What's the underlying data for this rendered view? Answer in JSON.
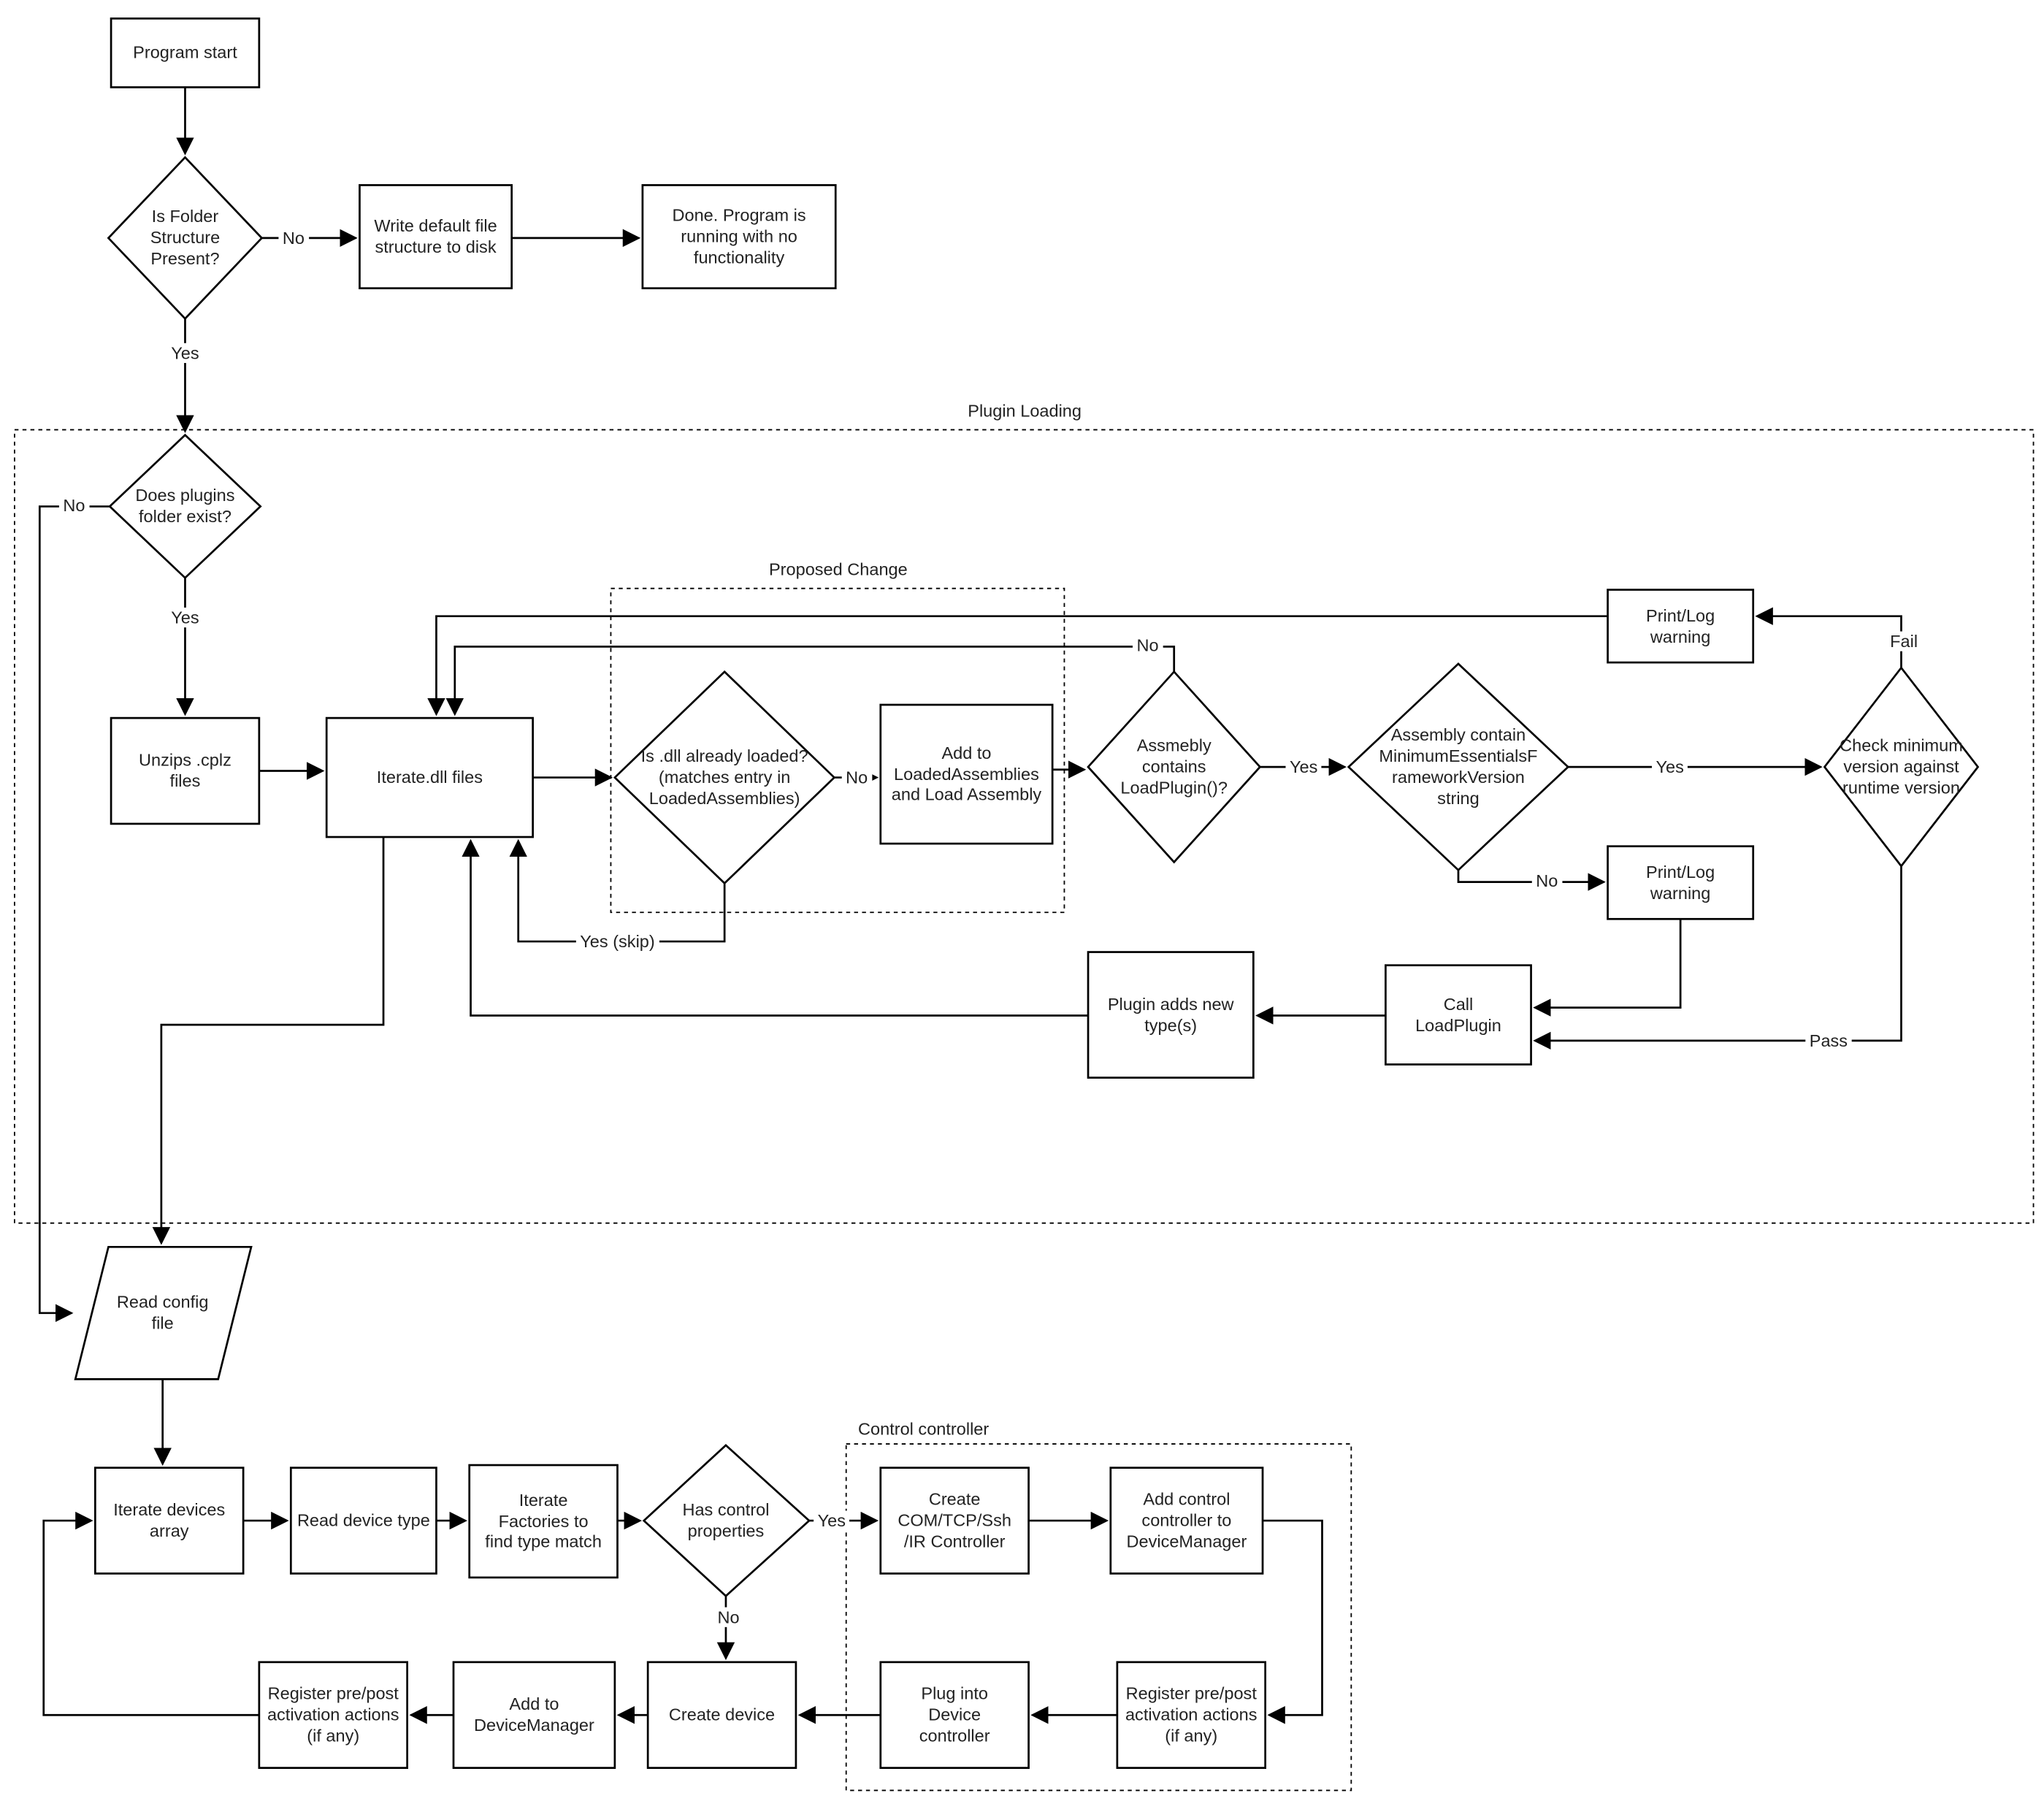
{
  "diagram": {
    "containers": {
      "plugin_loading": "Plugin Loading",
      "proposed_change": "Proposed Change",
      "control_controller": "Control controller"
    },
    "nodes": {
      "program_start": "Program start",
      "folder_present": "Is Folder Structure Present?",
      "write_default": "Write default file structure to disk",
      "done": "Done.  Program is running with no functionality",
      "plugins_exist": "Does plugins folder exist?",
      "unzips": "Unzips .cplz files",
      "iterate_dll": "Iterate.dll files",
      "dll_loaded": "Is .dll already loaded? (matches entry in LoadedAssemblies)",
      "add_loaded": "Add to LoadedAssemblies and Load Assembly",
      "loadplugin_q": "Assmebly contains LoadPlugin()?",
      "min_version": "Assembly contain MinimumEssentialsFrameworkVersion string",
      "check_version": "Check minimum version against runtime version",
      "print_log_top": "Print/Log warning",
      "print_log_mid": "Print/Log warning",
      "call_loadplugin": "Call LoadPlugin",
      "plugin_adds": "Plugin adds new type(s)",
      "read_config": "Read config file",
      "iterate_devices": "Iterate devices array",
      "read_device_type": "Read device type",
      "iterate_factories": "Iterate Factories to find type match",
      "has_control": "Has control properties",
      "create_com": "Create COM/TCP/Ssh /IR Controller",
      "add_control_controller": "Add control controller to DeviceManager",
      "register_post_right": "Register pre/post activation actions (if any)",
      "plug_into": "Plug into Device controller",
      "create_device": "Create device",
      "add_to_dm": "Add to DeviceManager",
      "register_post_left": "Register pre/post activation actions (if any)"
    },
    "edge_labels": {
      "folder_no": "No",
      "folder_yes": "Yes",
      "plugins_no": "No",
      "plugins_yes": "Yes",
      "dll_loaded_no": "No",
      "dll_loaded_yes_skip": "Yes (skip)",
      "loadplugin_yes": "Yes",
      "loadplugin_no": "No",
      "minversion_yes": "Yes",
      "minversion_no": "No",
      "version_fail": "Fail",
      "version_pass": "Pass",
      "control_yes": "Yes",
      "control_no": "No"
    }
  }
}
